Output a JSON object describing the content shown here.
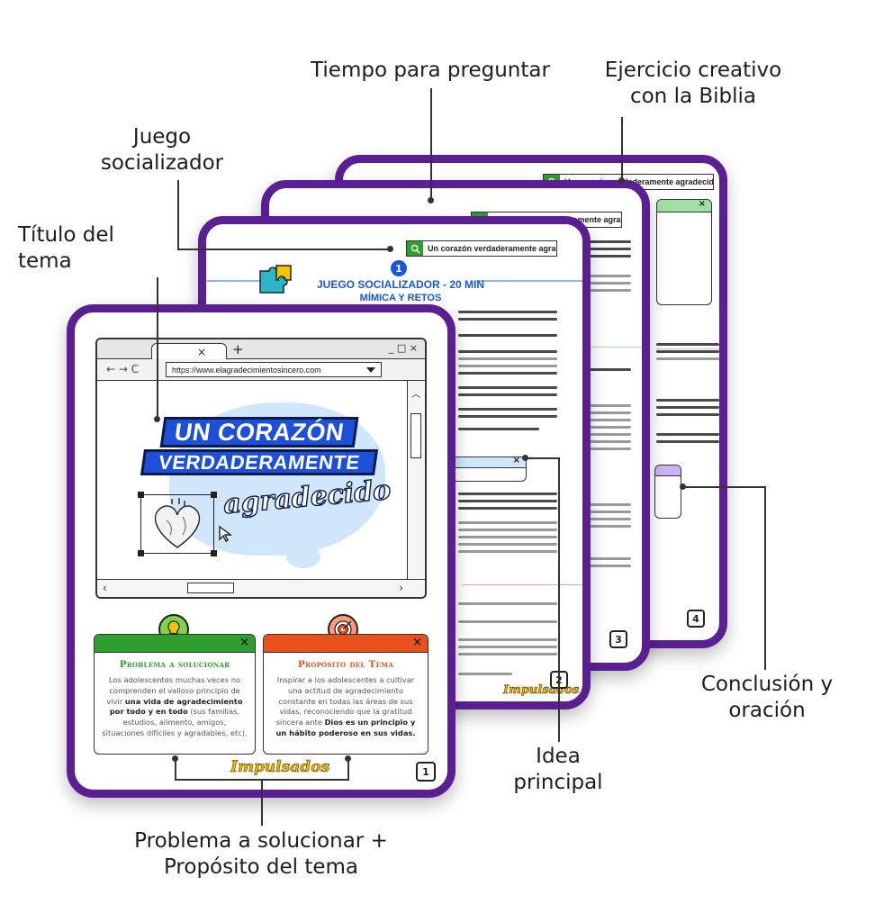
{
  "callouts": {
    "tiempo": "Tiempo para preguntar",
    "ejercicio": "Ejercicio creativo con la Biblia",
    "juego": "Juego socializador",
    "titulo": "Título del tema",
    "conclusion": "Conclusión y oración",
    "idea": "Idea principal",
    "problema": "Problema a solucionar + Propósito del tema"
  },
  "search_label": "Un corazón verdaderamente agradecido",
  "cards": {
    "card2": {
      "step_number": "1",
      "section_title": "JUEGO SOCIALIZADOR - 20 MIN",
      "section_subtitle": "MÍMICA Y RETOS",
      "page": "2"
    },
    "card3": {
      "page": "3"
    },
    "card4": {
      "page": "4"
    }
  },
  "logo_text": "Impulsados",
  "browser": {
    "tab_close": "×",
    "tab_plus": "+",
    "window_controls": "_ □ ×",
    "nav_arrows": "← → C",
    "url": "https://www.elagradecimientosincero.com"
  },
  "title_art": {
    "line1": "UN CORAZÓN",
    "line2": "VERDADERAMENTE",
    "line3": "agradecido"
  },
  "problema": {
    "title": "Problema a solucionar",
    "body_a": "Los adolescentes muchas veces no comprenden el valioso principio de vivir ",
    "body_b": "una vida de agradecimiento por todo y en todo",
    "body_c": " (sus familias, estudios, alimento, amigos, situaciones difíciles y agradables, etc)."
  },
  "proposito": {
    "title": "Propósito del Tema",
    "body_a": "Inspirar a los adolescentes a cultivar una actitud de agradecimiento constante en todas las áreas de sus vidas, reconociendo que la gratitud sincera ante ",
    "body_b": "Dios es un principio y un hábito poderoso en sus vidas."
  },
  "front_page": "1",
  "colors": {
    "frame": "#5b1f94",
    "accent_blue": "#1e4fd8",
    "green": "#2e9e2e",
    "red": "#e8501c",
    "logo": "#f2b400"
  }
}
